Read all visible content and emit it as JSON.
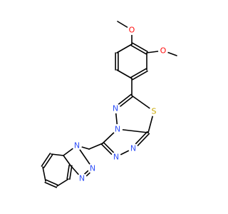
{
  "colors": {
    "bond": "#000000",
    "oxygen": "#ff0d0d",
    "nitrogen": "#3050f8",
    "sulfur": "#c8a800",
    "background": "#ffffff"
  },
  "atoms": [
    {
      "id": "o1",
      "label": "O",
      "element": "oxygen"
    },
    {
      "id": "o2",
      "label": "O",
      "element": "oxygen"
    },
    {
      "id": "s1",
      "label": "S",
      "element": "sulfur"
    },
    {
      "id": "n1",
      "label": "N",
      "element": "nitrogen"
    },
    {
      "id": "n2",
      "label": "N",
      "element": "nitrogen"
    },
    {
      "id": "n3",
      "label": "N",
      "element": "nitrogen"
    },
    {
      "id": "n4",
      "label": "N",
      "element": "nitrogen"
    },
    {
      "id": "n5",
      "label": "N",
      "element": "nitrogen"
    },
    {
      "id": "n6",
      "label": "N",
      "element": "nitrogen"
    },
    {
      "id": "n7",
      "label": "N",
      "element": "nitrogen"
    }
  ]
}
